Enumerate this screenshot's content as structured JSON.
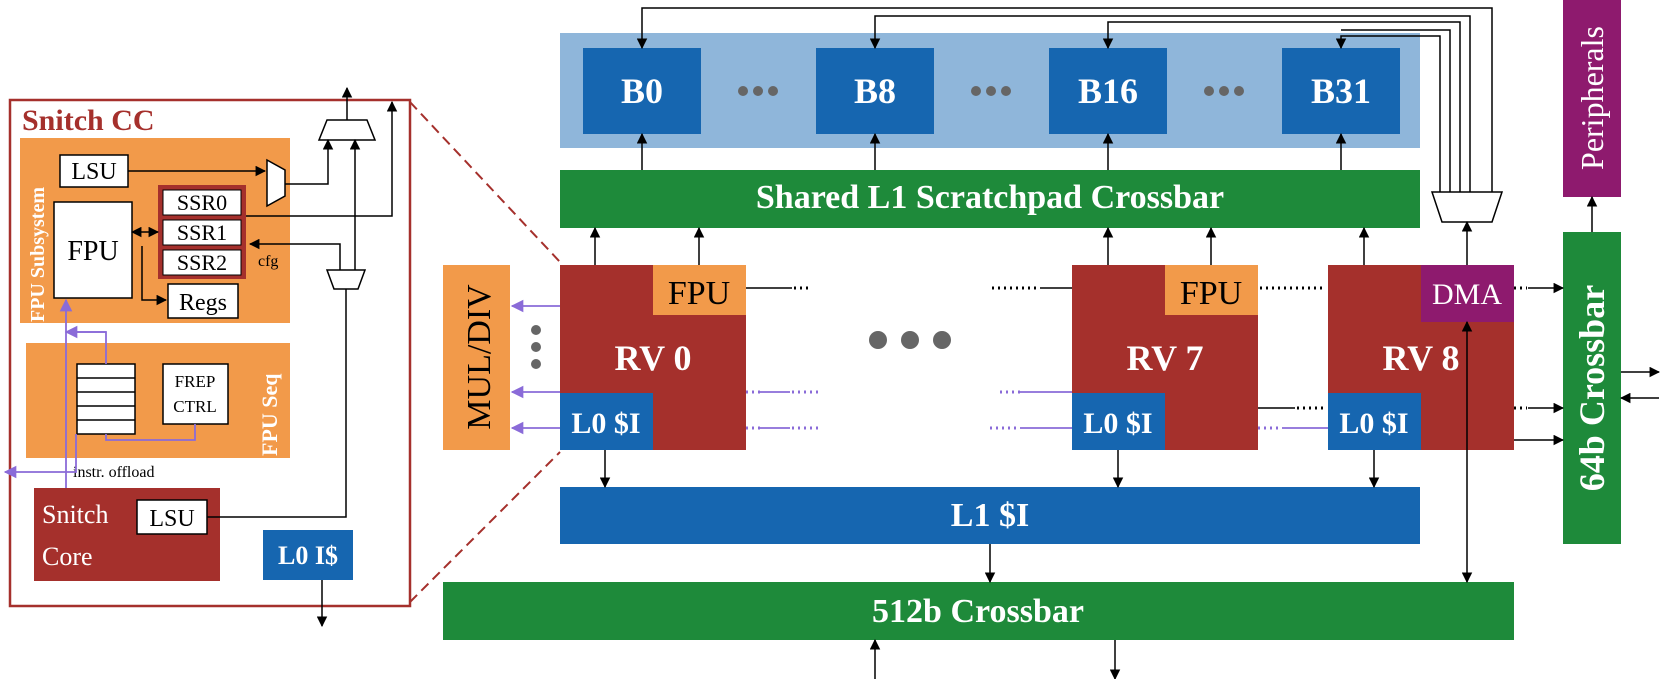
{
  "colors": {
    "orange": "#f29a4a",
    "red": "#a5302c",
    "blue": "#1666b0",
    "lightblue": "#8fb6da",
    "green": "#1e8a3a",
    "purple": "#8e1a6e",
    "violet": "#8a6bd8"
  },
  "snitch_cc": {
    "title": "Snitch CC",
    "fpu_subsystem": "FPU Subsystem",
    "lsu": "LSU",
    "fpu": "FPU",
    "ssr0": "SSR0",
    "ssr1": "SSR1",
    "ssr2": "SSR2",
    "cfg": "cfg",
    "regs": "Regs",
    "fpu_seq": "FPU Seq",
    "frep_line1": "FREP",
    "frep_line2": "CTRL",
    "instr_offload": "instr. offload",
    "core_line1": "Snitch",
    "core_line2": "Core",
    "core_lsu": "LSU",
    "l0_icache": "L0 I$"
  },
  "cluster": {
    "banks": [
      "B0",
      "B8",
      "B16",
      "B31"
    ],
    "l1_xbar": "Shared L1 Scratchpad Crossbar",
    "muldiv": "MUL/DIV",
    "cores": [
      {
        "name": "RV 0",
        "unit": "FPU",
        "cache": "L0 $I"
      },
      {
        "name": "RV 7",
        "unit": "FPU",
        "cache": "L0 $I"
      },
      {
        "name": "RV 8",
        "unit": "DMA",
        "cache": "L0 $I"
      }
    ],
    "l1_icache": "L1 $I",
    "xbar_512": "512b Crossbar",
    "peripherals": "Peripherals",
    "xbar_64": "64b Crossbar"
  }
}
